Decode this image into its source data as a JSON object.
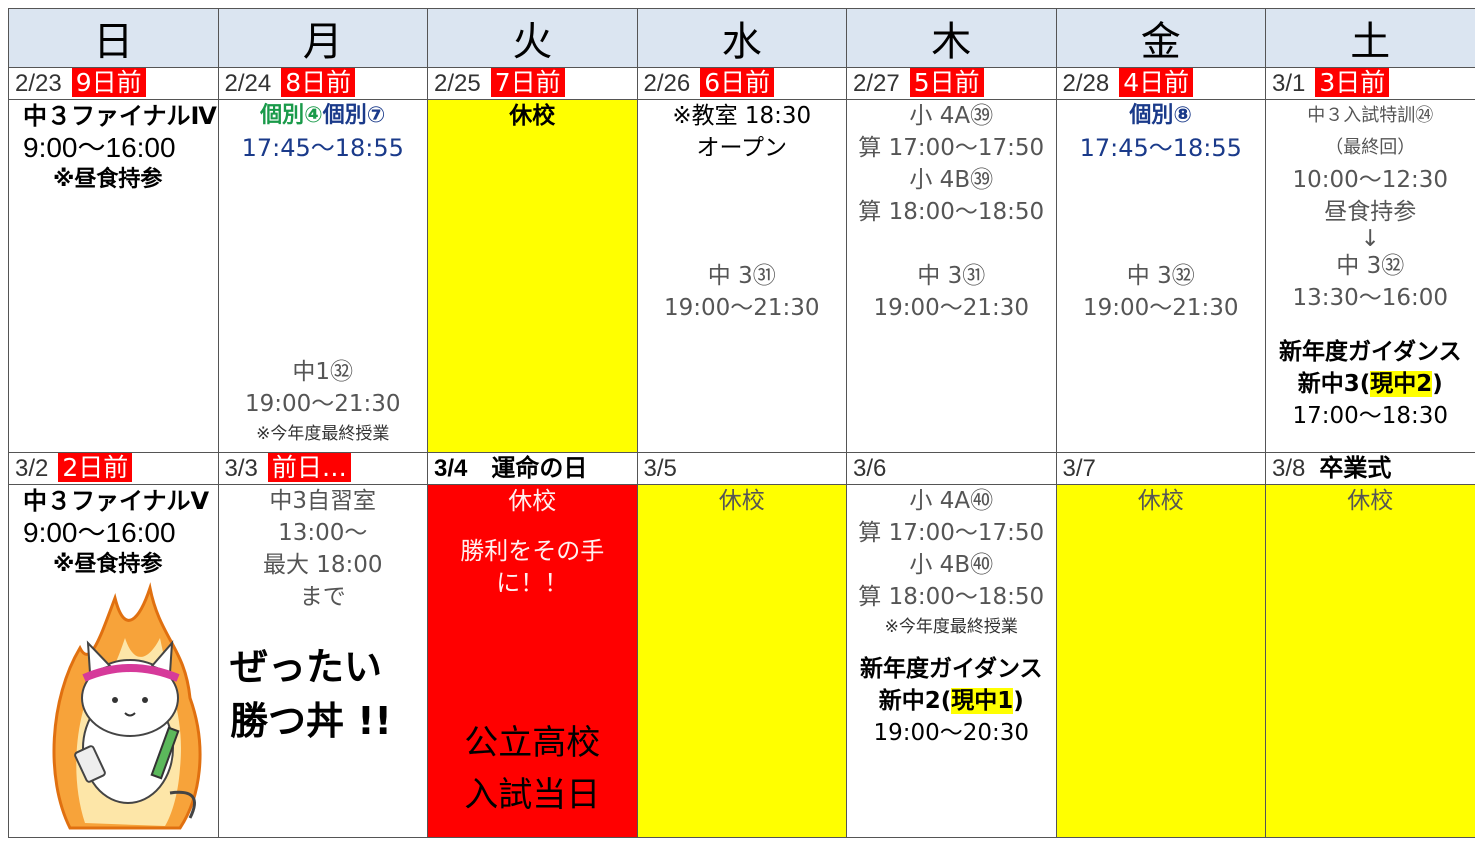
{
  "days": [
    "日",
    "月",
    "火",
    "水",
    "木",
    "金",
    "土"
  ],
  "week1": {
    "dates": [
      {
        "date": "2/23",
        "count": "9日前"
      },
      {
        "date": "2/24",
        "count": "8日前"
      },
      {
        "date": "2/25",
        "count": "7日前"
      },
      {
        "date": "2/26",
        "count": "6日前"
      },
      {
        "date": "2/27",
        "count": "5日前"
      },
      {
        "date": "2/28",
        "count": "4日前"
      },
      {
        "date": "3/1",
        "count": "3日前"
      }
    ],
    "sun": [
      "中３ファイナルⅣ",
      "9:00〜16:00",
      "※昼食持参"
    ],
    "mon": {
      "a": "個別④",
      "b": "個別⑦",
      "time": "17:45〜18:55",
      "c1": "中1㉜",
      "c2": "19:00〜21:30",
      "note": "※今年度最終授業"
    },
    "tue": "休校",
    "wed": {
      "a": "※教室 18:30",
      "b": "オープン",
      "c1": "中 3㉛",
      "c2": "19:00〜21:30"
    },
    "thu": [
      "小 4A㊴",
      "算 17:00〜17:50",
      "小 4B㊴",
      "算 18:00〜18:50",
      "中 3㉛",
      "19:00〜21:30"
    ],
    "fri": {
      "a": "個別⑧",
      "time": "17:45〜18:55",
      "c1": "中 3㉜",
      "c2": "19:00〜21:30"
    },
    "sat": {
      "a": "中３入試特訓㉔",
      "b": "（最終回）",
      "c": "10:00〜12:30",
      "d": "昼食持参",
      "arrow": "↓",
      "e": "中 3㉜",
      "f": "13:30〜16:00",
      "g1": "新年度ガイダンス",
      "g2a": "新中3(",
      "g2b": "現中2",
      "g2c": ")",
      "g3": "17:00〜18:30"
    }
  },
  "week2": {
    "dates": [
      {
        "date": "3/2",
        "count": "2日前"
      },
      {
        "date": "3/3",
        "count": "前日…"
      },
      {
        "date": "3/4",
        "label": "運命の日"
      },
      {
        "date": "3/5"
      },
      {
        "date": "3/6"
      },
      {
        "date": "3/7"
      },
      {
        "date": "3/8",
        "label": "卒業式"
      }
    ],
    "sun": [
      "中３ファイナルⅤ",
      "9:00〜16:00",
      "※昼食持参"
    ],
    "slogan": [
      "ぜったい",
      "勝つ丼 !!"
    ],
    "mon": [
      "中3自習室",
      "13:00〜",
      "最大 18:00",
      "まで"
    ],
    "tue": {
      "a": "休校",
      "b": "勝利をその手",
      "c": "に！！",
      "d": "公立高校",
      "e": "入試当日"
    },
    "wed": "休校",
    "thu": {
      "l": [
        "小 4A㊵",
        "算 17:00〜17:50",
        "小 4B㊵",
        "算 18:00〜18:50"
      ],
      "note": "※今年度最終授業",
      "g1": "新年度ガイダンス",
      "g2a": "新中2(",
      "g2b": "現中1",
      "g2c": ")",
      "g3": "19:00〜20:30"
    },
    "fri": "休校",
    "sat": "休校"
  }
}
